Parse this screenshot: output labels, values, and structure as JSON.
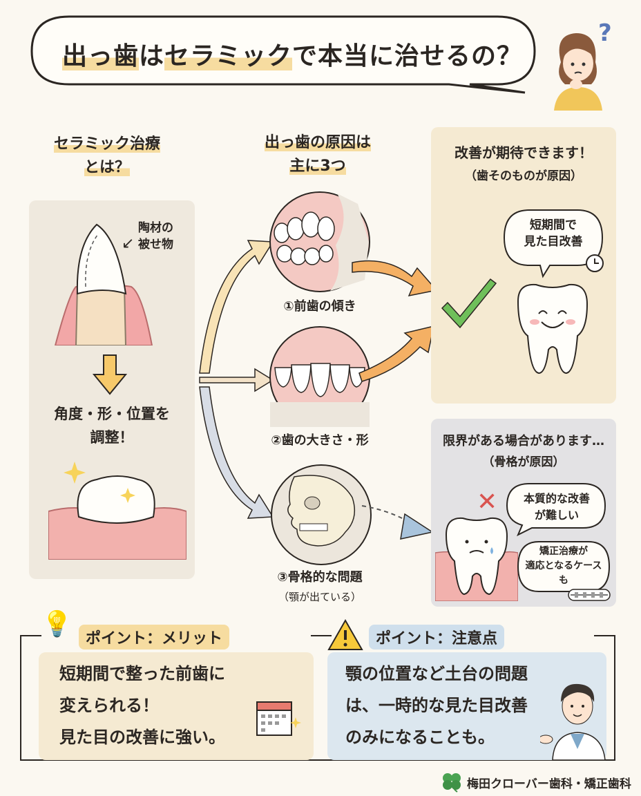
{
  "title": {
    "part1": "出っ歯",
    "part2": "は",
    "part3": "セラミック",
    "part4": "で本当に治せるの？"
  },
  "left": {
    "heading_line1": "セラミック治療",
    "heading_line2": "とは？",
    "crown_label_line1": "陶材の",
    "crown_label_line2": "被せ物",
    "adjust_line1": "角度・形・位置を",
    "adjust_line2": "調整！"
  },
  "middle": {
    "heading_line1": "出っ歯の原因は",
    "heading_line2": "主に3つ",
    "cause1": "①前歯の傾き",
    "cause2": "②歯の大きさ・形",
    "cause3": "③骨格的な問題",
    "cause3_sub": "（顎が出ている）"
  },
  "good": {
    "heading_line1": "改善が期待できます！",
    "heading_line2": "（歯そのものが原因）",
    "bubble_line1": "短期間で",
    "bubble_line2": "見た目改善"
  },
  "limit": {
    "heading_line1": "限界がある場合があります…",
    "heading_line2": "（骨格が原因）",
    "bubble1_line1": "本質的な改善",
    "bubble1_line2": "が難しい",
    "bubble2_line1": "矯正治療が",
    "bubble2_line2": "適応となるケース",
    "bubble2_line3": "も"
  },
  "point_merit": {
    "title": "ポイント：メリット",
    "line1": "短期間で整った前歯に",
    "line2": "変えられる！",
    "line3": "見た目の改善に強い。"
  },
  "point_caution": {
    "title": "ポイント：注意点",
    "line1": "顎の位置など土台の問題",
    "line2": "は、一時的な見た目改善",
    "line3": "のみになることも。"
  },
  "footer": {
    "clinic": "梅田クローバー歯科・矯正歯科"
  },
  "colors": {
    "cream": "#f5ead2",
    "gray_panel": "#e3e2e4",
    "blue_panel": "#dce7ef",
    "gum": "#ef9d9d",
    "check": "#6fbf5a",
    "cross": "#d9534f",
    "arrow": "#f4b064",
    "highlight": "#f6dca0"
  }
}
